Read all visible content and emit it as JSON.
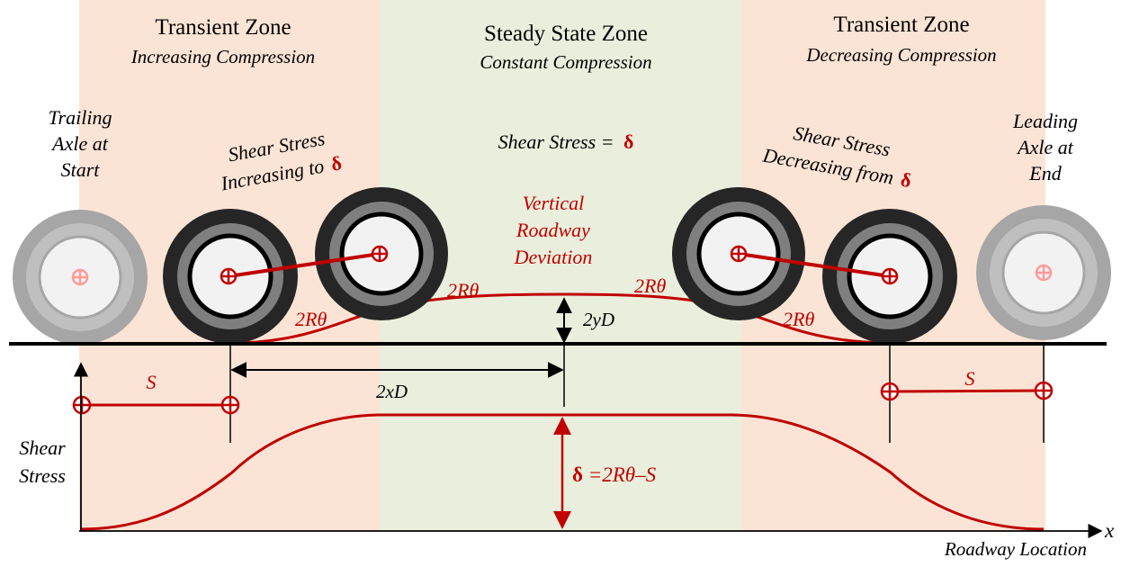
{
  "zones": {
    "left": {
      "title": "Transient Zone",
      "subtitle": "Increasing Compression"
    },
    "center": {
      "title": "Steady State Zone",
      "subtitle": "Constant Compression"
    },
    "right": {
      "title": "Transient Zone",
      "subtitle": "Decreasing Compression"
    }
  },
  "labels": {
    "trailing_axle": [
      "Trailing",
      "Axle at",
      "Start"
    ],
    "leading_axle": [
      "Leading",
      "Axle at",
      "End"
    ],
    "shear_left": [
      "Shear Stress",
      "Increasing to"
    ],
    "shear_center_prefix": "Shear Stress =",
    "shear_right": [
      "Shear Stress",
      "Decreasing from"
    ],
    "delta_symbol": "δ",
    "vertical_deviation": [
      "Vertical",
      "Roadway",
      "Deviation"
    ],
    "arc_label": "2Rθ",
    "height_label": "2yD",
    "width_label": "2xD",
    "spacing_label": "S",
    "delta_formula": "=2Rθ–S",
    "y_axis_label": [
      "Shear",
      "Stress"
    ],
    "x_axis_symbol": "x",
    "x_axis_label": "Roadway Location"
  },
  "colors": {
    "zone_transient": "#fbe4d5",
    "zone_steady": "#e9efdc",
    "accent_red": "#c00000",
    "text": "#000000"
  }
}
